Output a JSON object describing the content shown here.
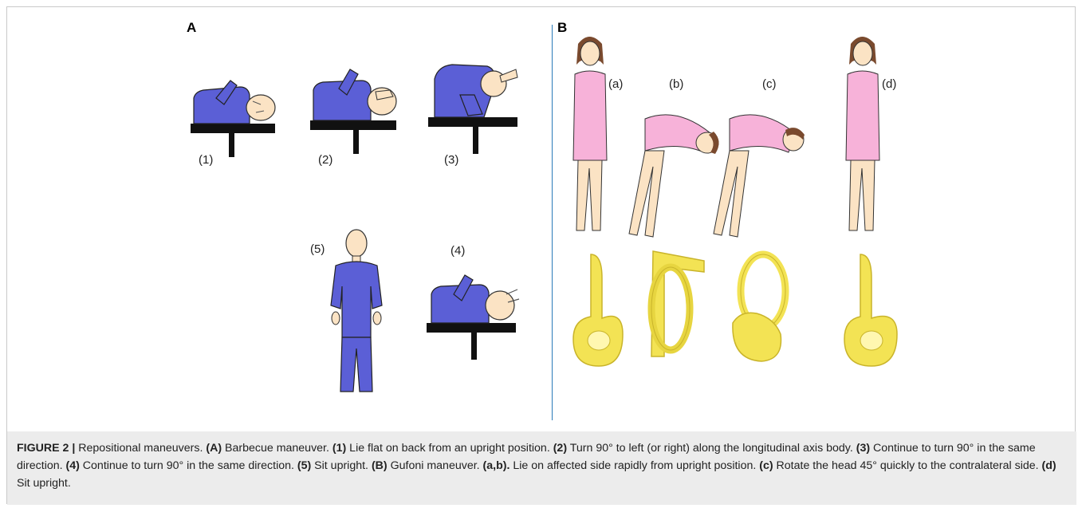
{
  "panels": {
    "a": {
      "label": "A",
      "steps": [
        "(1)",
        "(2)",
        "(3)",
        "(5)",
        "(4)"
      ]
    },
    "b": {
      "label": "B",
      "steps": [
        "(a)",
        "(b)",
        "(c)",
        "(d)"
      ]
    }
  },
  "colors": {
    "scrubs": "#5b5fd6",
    "table": "#111111",
    "dress": "#f7b2d9",
    "skin": "#fbe3c4",
    "hair": "#7a4a2e",
    "canal": "#f3e354",
    "divider": "#2a7ab8",
    "caption_bg": "#ececec"
  },
  "caption": {
    "figure_label": "FIGURE 2 |",
    "title": " Repositional maneuvers. ",
    "a_key": "(A)",
    "a_text": " Barbecue maneuver. ",
    "s1_key": "(1)",
    "s1_text": " Lie flat on back from an upright position. ",
    "s2_key": "(2)",
    "s2_text": " Turn 90° to left (or right) along the longitudinal axis body. ",
    "s3_key": "(3)",
    "s3_text": " Continue to turn 90° in the same direction. ",
    "s4_key": "(4)",
    "s4_text": " Continue to turn 90° in the same direction. ",
    "s5_key": "(5)",
    "s5_text": " Sit upright. ",
    "b_key": "(B)",
    "b_text": " Gufoni maneuver. ",
    "ab_key": "(a,b).",
    "ab_text": " Lie on affected side rapidly from upright position. ",
    "c_key": "(c)",
    "c_text": " Rotate the head 45° quickly to the contralateral side. ",
    "d_key": "(d)",
    "d_text": " Sit upright."
  }
}
